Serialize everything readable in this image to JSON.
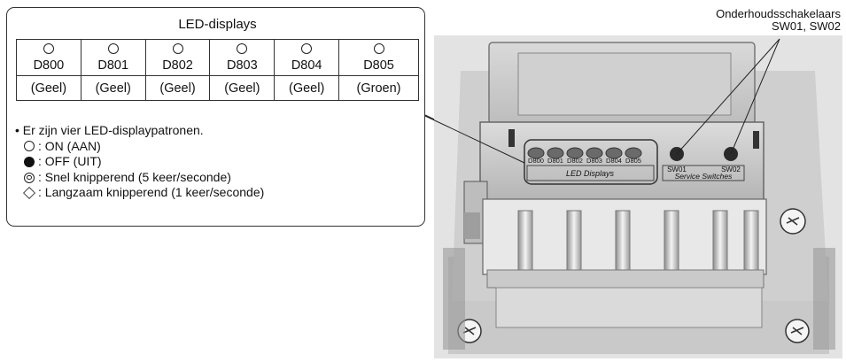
{
  "led_panel": {
    "title": "LED-displays",
    "leds": [
      {
        "name": "D800",
        "color": "(Geel)"
      },
      {
        "name": "D801",
        "color": "(Geel)"
      },
      {
        "name": "D802",
        "color": "(Geel)"
      },
      {
        "name": "D803",
        "color": "(Geel)"
      },
      {
        "name": "D804",
        "color": "(Geel)"
      },
      {
        "name": "D805",
        "color": "(Groen)"
      }
    ],
    "intro": "• Er zijn vier LED-displaypatronen.",
    "patterns": [
      {
        "symbol": "circle-open",
        "label": ": ON (AAN)"
      },
      {
        "symbol": "circle-filled",
        "label": ": OFF (UIT)"
      },
      {
        "symbol": "double-circle",
        "label": ": Snel knipperend (5 keer/seconde)"
      },
      {
        "symbol": "diamond",
        "label": ": Langzaam knipperend (1 keer/seconde)"
      }
    ]
  },
  "switch_label": {
    "line1": "Onderhoudsschakelaars",
    "line2": "SW01, SW02"
  },
  "photo": {
    "led_codes": [
      "D800",
      "D801",
      "D802",
      "D803",
      "D804",
      "D805"
    ],
    "led_group_label": "LED Displays",
    "switch_codes": [
      "SW01",
      "SW02"
    ],
    "switch_group_label": "Service Switches"
  }
}
